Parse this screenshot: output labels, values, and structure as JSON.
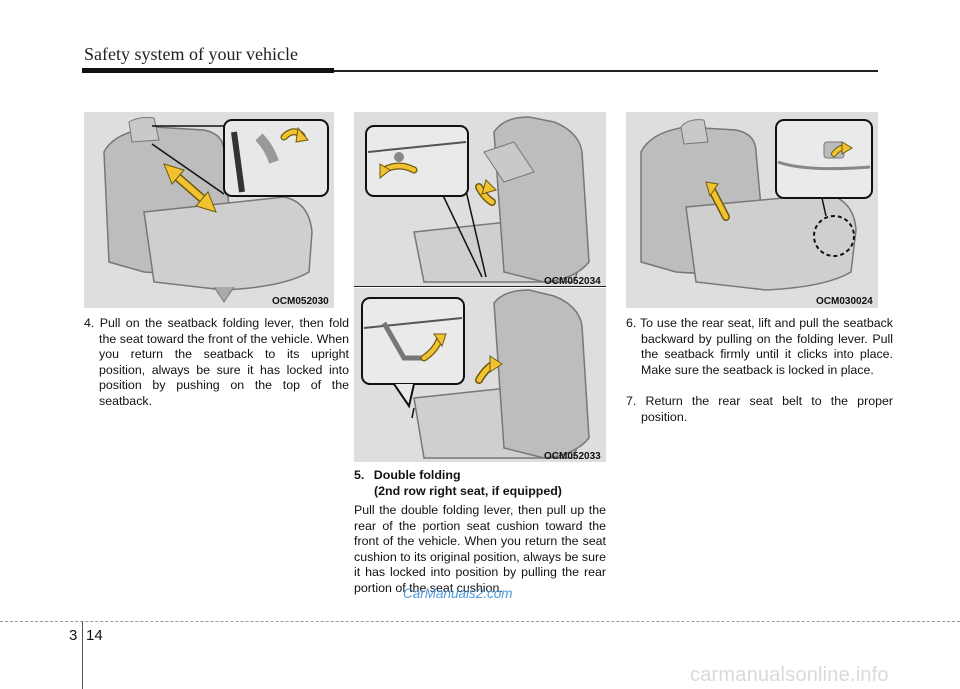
{
  "header": {
    "title": "Safety system of your vehicle"
  },
  "figures": {
    "fig1": {
      "code": "OCM052030"
    },
    "fig2": {
      "code": "OCM052034"
    },
    "fig3": {
      "code": "OCM052033"
    },
    "fig4": {
      "code": "OCM030024"
    }
  },
  "steps": {
    "step4": {
      "num": "4.",
      "text": "Pull on the seatback folding lever, then fold the seat toward the front of the vehicle. When you return the seatback to its upright position, always be sure it has locked into position by pushing on the top of the seatback."
    },
    "step5": {
      "num": "5.",
      "title_line1": "Double folding",
      "title_line2": "(2nd row right seat, if equipped)",
      "text": "Pull the double folding lever, then pull up the rear of the portion seat cushion toward the front of the vehicle. When you return the seat cushion to its original position, always be sure it has locked into position by pulling the rear portion of the seat cushion."
    },
    "step6": {
      "num": "6.",
      "text": "To use the rear seat, lift and pull the seatback backward by pulling on the folding lever. Pull the seatback firmly until it clicks into place. Make sure the seatback is locked in place."
    },
    "step7": {
      "num": "7.",
      "text": "Return the rear seat belt to the proper position."
    }
  },
  "footer": {
    "chapter": "3",
    "page": "14"
  },
  "watermarks": {
    "inline": "CarManuals2.com",
    "site": "carmanualsonline.info"
  },
  "colors": {
    "arrow": "#f2c230",
    "arrow_outline": "#6b5a10",
    "figure_bg": "#dcdcdc"
  }
}
